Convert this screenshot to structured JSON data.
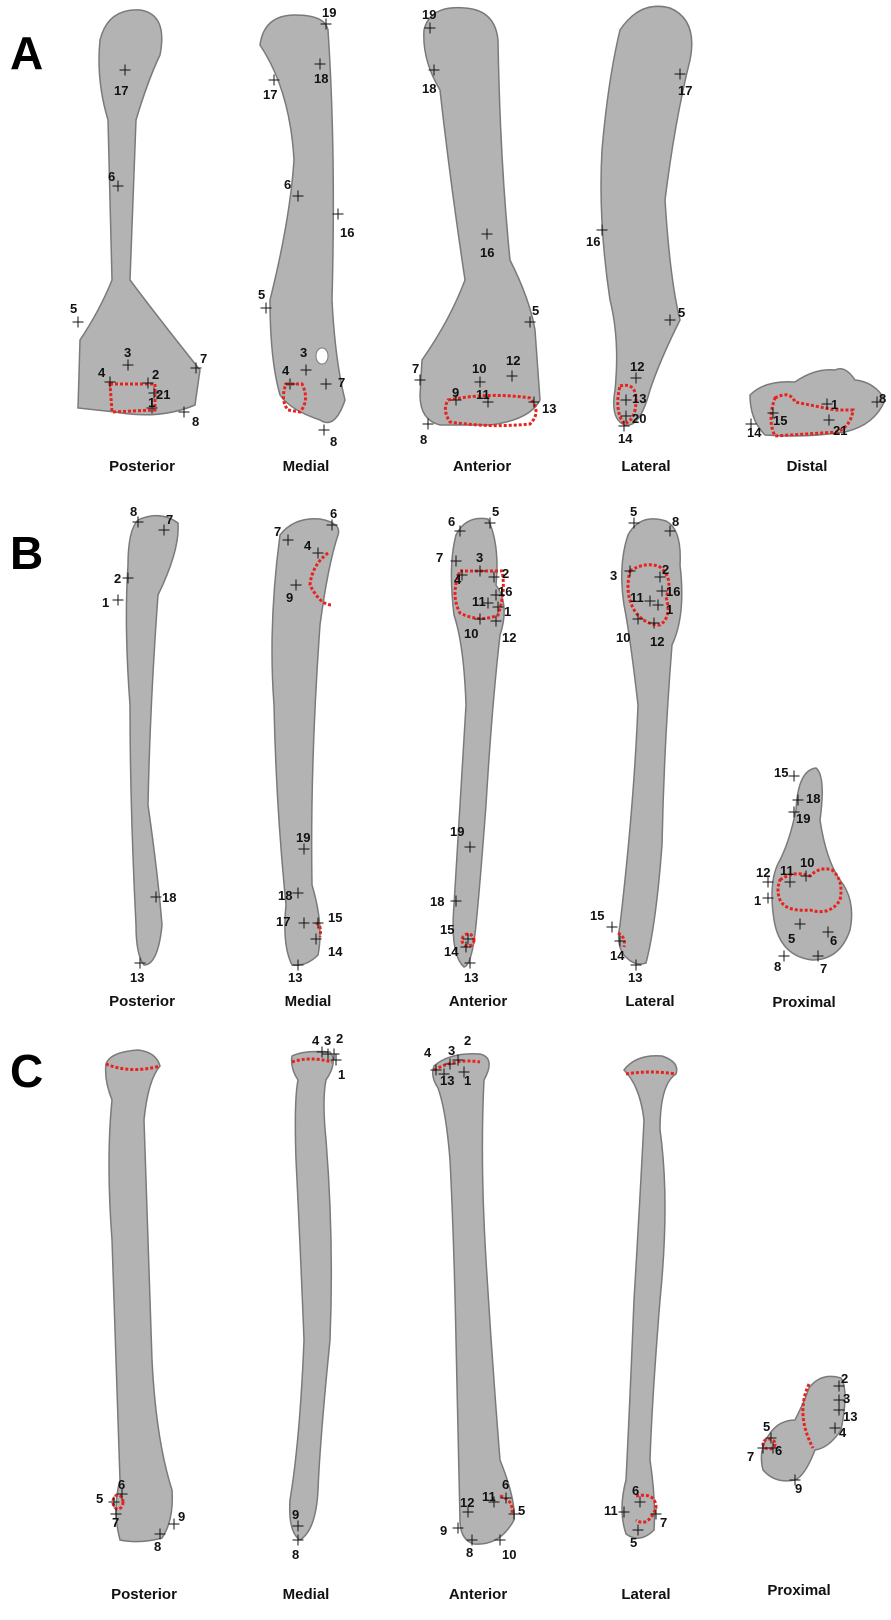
{
  "panels": [
    {
      "letter": "A",
      "views": [
        {
          "label": "Posterior",
          "landmarks": [
            "17",
            "6",
            "5",
            "3",
            "7",
            "4",
            "2",
            "21",
            "1",
            "8"
          ]
        },
        {
          "label": "Medial",
          "landmarks": [
            "19",
            "17",
            "18",
            "6",
            "16",
            "5",
            "3",
            "4",
            "7",
            "8"
          ]
        },
        {
          "label": "Anterior",
          "landmarks": [
            "19",
            "18",
            "16",
            "5",
            "7",
            "10",
            "12",
            "9",
            "11",
            "13",
            "8"
          ]
        },
        {
          "label": "Lateral",
          "landmarks": [
            "17",
            "16",
            "5",
            "12",
            "13",
            "20",
            "14"
          ]
        },
        {
          "label": "Distal",
          "landmarks": [
            "15",
            "1",
            "8",
            "14",
            "21"
          ]
        }
      ]
    },
    {
      "letter": "B",
      "views": [
        {
          "label": "Posterior",
          "landmarks": [
            "8",
            "7",
            "2",
            "1",
            "18",
            "13"
          ]
        },
        {
          "label": "Medial",
          "landmarks": [
            "7",
            "6",
            "4",
            "9",
            "19",
            "18",
            "17",
            "15",
            "14",
            "13"
          ]
        },
        {
          "label": "Anterior",
          "landmarks": [
            "6",
            "5",
            "7",
            "3",
            "4",
            "2",
            "16",
            "11",
            "1",
            "10",
            "12",
            "19",
            "18",
            "15",
            "14",
            "13"
          ]
        },
        {
          "label": "Lateral",
          "landmarks": [
            "5",
            "8",
            "3",
            "2",
            "16",
            "11",
            "1",
            "10",
            "12",
            "15",
            "14",
            "13"
          ]
        },
        {
          "label": "Proximal",
          "landmarks": [
            "15",
            "18",
            "19",
            "10",
            "12",
            "11",
            "1",
            "5",
            "6",
            "8",
            "7"
          ]
        }
      ]
    },
    {
      "letter": "C",
      "views": [
        {
          "label": "Posterior",
          "landmarks": [
            "6",
            "5",
            "7",
            "9",
            "8"
          ]
        },
        {
          "label": "Medial",
          "landmarks": [
            "4",
            "3",
            "2",
            "1",
            "9",
            "8"
          ]
        },
        {
          "label": "Anterior",
          "landmarks": [
            "4",
            "3",
            "2",
            "13",
            "1",
            "6",
            "11",
            "12",
            "5",
            "9",
            "8",
            "10"
          ]
        },
        {
          "label": "Lateral",
          "landmarks": [
            "6",
            "11",
            "7",
            "5"
          ]
        },
        {
          "label": "Proximal",
          "landmarks": [
            "2",
            "3",
            "13",
            "4",
            "5",
            "6",
            "7",
            "9"
          ]
        }
      ]
    }
  ],
  "colors": {
    "bone_fill": "#b3b3b3",
    "bone_stroke": "#7a7a7a",
    "articular_outline": "#e8231f",
    "text": "#111111"
  },
  "icons": {
    "landmark_marker": "crosshair-icon"
  }
}
